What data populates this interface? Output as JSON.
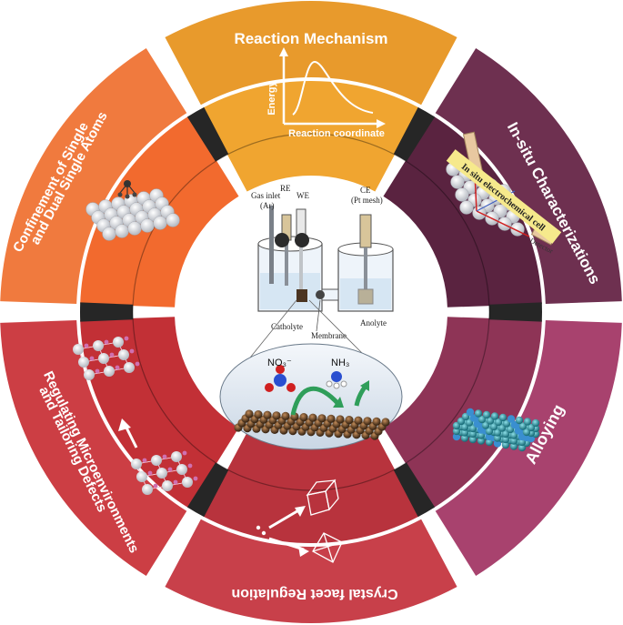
{
  "segments": [
    {
      "id": "reaction-mechanism",
      "title": "Reaction Mechanism",
      "color": "#e89a2c",
      "inner_color": "#f0a530"
    },
    {
      "id": "in-situ",
      "title": "In-situ Characterizations",
      "color": "#6e3050",
      "inner_color": "#5a2340"
    },
    {
      "id": "alloying",
      "title": "Alloying",
      "color": "#a8426e",
      "inner_color": "#8e3456"
    },
    {
      "id": "crystal-facet",
      "title": "Crystal facet Regulation",
      "color": "#c8404a",
      "inner_color": "#b8333d"
    },
    {
      "id": "microenvironments",
      "title": "Regulating Microenvironments",
      "title2": "and Tailoring Defects",
      "color": "#cc3e44",
      "inner_color": "#c23036"
    },
    {
      "id": "single-atoms",
      "title": "Confinement of Single",
      "title2": "and Dual Single Atoms",
      "color": "#f07a3e",
      "inner_color": "#f26a2e"
    }
  ],
  "energy_plot": {
    "ylabel": "Energy",
    "xlabel": "Reaction coordinate"
  },
  "cell": {
    "gas_inlet": "Gas inlet",
    "gas": "(Ar)",
    "re": "RE",
    "we": "WE",
    "ce": "CE",
    "ce_sub": "(Pt mesh)",
    "catholyte": "Catholyte",
    "membrane": "Membrane",
    "anolyte": "Anolyte",
    "no3": "NO₃⁻",
    "nh3": "NH₃"
  },
  "insitu_cell_label": "In situ electrochemical cell",
  "detector_label": "Detector"
}
